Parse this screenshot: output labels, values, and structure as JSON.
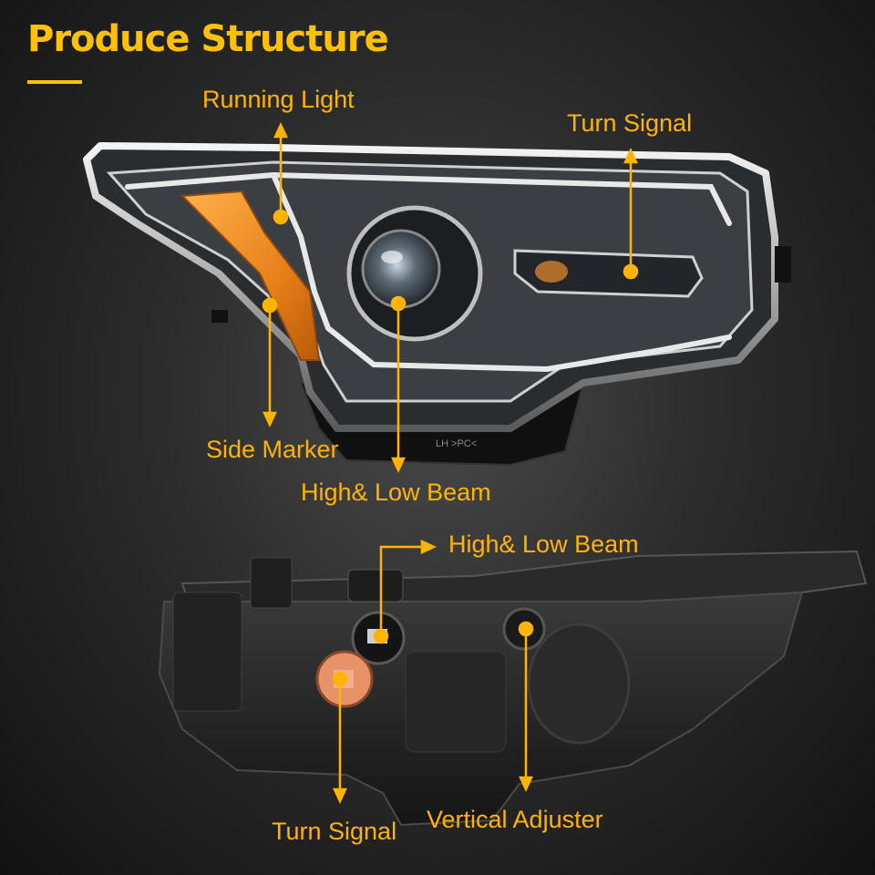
{
  "header": {
    "title": "Produce Structure"
  },
  "front_view": {
    "labels": {
      "running_light": "Running Light",
      "turn_signal": "Turn Signal",
      "side_marker": "Side Marker",
      "high_low_beam": "High& Low Beam"
    },
    "housing_mark": "LH  >PC<"
  },
  "rear_view": {
    "labels": {
      "high_low_beam": "High& Low Beam",
      "turn_signal": "Turn Signal",
      "vertical_adjuster": "Vertical Adjuster"
    }
  },
  "colors": {
    "accent": "#ffc107",
    "label": "#ffb400",
    "amber_lens": "#e8801a"
  }
}
